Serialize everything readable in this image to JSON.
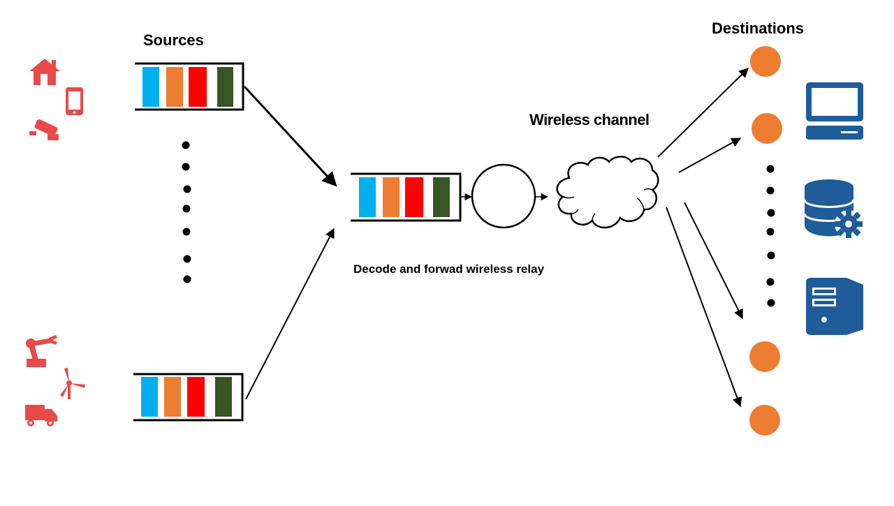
{
  "labels": {
    "sources": "Sources",
    "destinations": "Destinations",
    "wireless_channel": "Wireless channel",
    "relay": "Decode and forwad wireless relay"
  },
  "colors": {
    "packet_colors": [
      "#00b0f0",
      "#ed7d31",
      "#ff0000",
      "#375623"
    ],
    "source_icon": "#e84a4a",
    "destination_node": "#ed7d31",
    "server_icon": "#1f5c99"
  },
  "source_icons_top": [
    "home-icon",
    "smartphone-icon",
    "security-camera-icon"
  ],
  "source_icons_bottom": [
    "robot-arm-icon",
    "wind-turbine-icon",
    "delivery-truck-icon"
  ],
  "destination_icons": [
    "desktop-computer-icon",
    "database-gear-icon",
    "server-tower-icon"
  ]
}
